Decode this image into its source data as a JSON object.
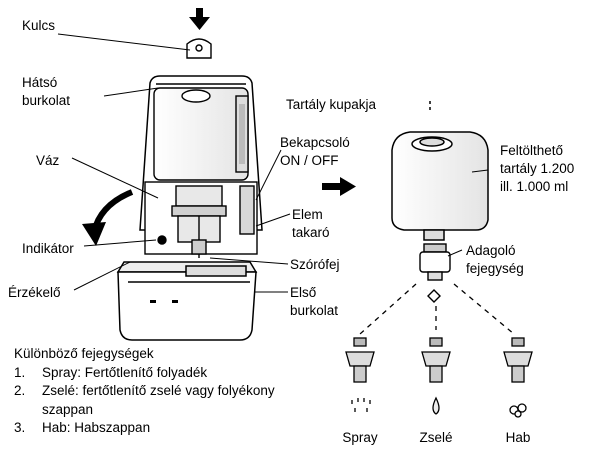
{
  "labels": {
    "kulcs": "Kulcs",
    "hatso_1": "Hátsó",
    "hatso_2": "burkolat",
    "vaz": "Váz",
    "indikator": "Indikátor",
    "erzekelo": "Érzékelő",
    "tartaly_kupakja": "Tartály kupakja",
    "bekapcsolo_1": "Bekapcsoló",
    "bekapcsolo_2": "ON / OFF",
    "elem_1": "Elem",
    "elem_2": "takaró",
    "szorofej": "Szórófej",
    "elso_1": "Első",
    "elso_2": "burkolat",
    "tolt_1": "Feltölthető",
    "tolt_2": "tartály 1.200",
    "tolt_3": "ill. 1.000 ml",
    "adagolo_1": "Adagoló",
    "adagolo_2": "fejegység"
  },
  "heads_list": {
    "title": "Különböző fejegységek",
    "items": [
      {
        "num": "1.",
        "text": "Spray: Fertőtlenítő folyadék"
      },
      {
        "num": "2.",
        "text": "Zselé: fertőtlenítő zselé vagy folyékony",
        "cont": "szappan"
      },
      {
        "num": "3.",
        "text": "Hab: Habszappan"
      }
    ]
  },
  "head_captions": [
    "Spray",
    "Zselé",
    "Hab"
  ]
}
